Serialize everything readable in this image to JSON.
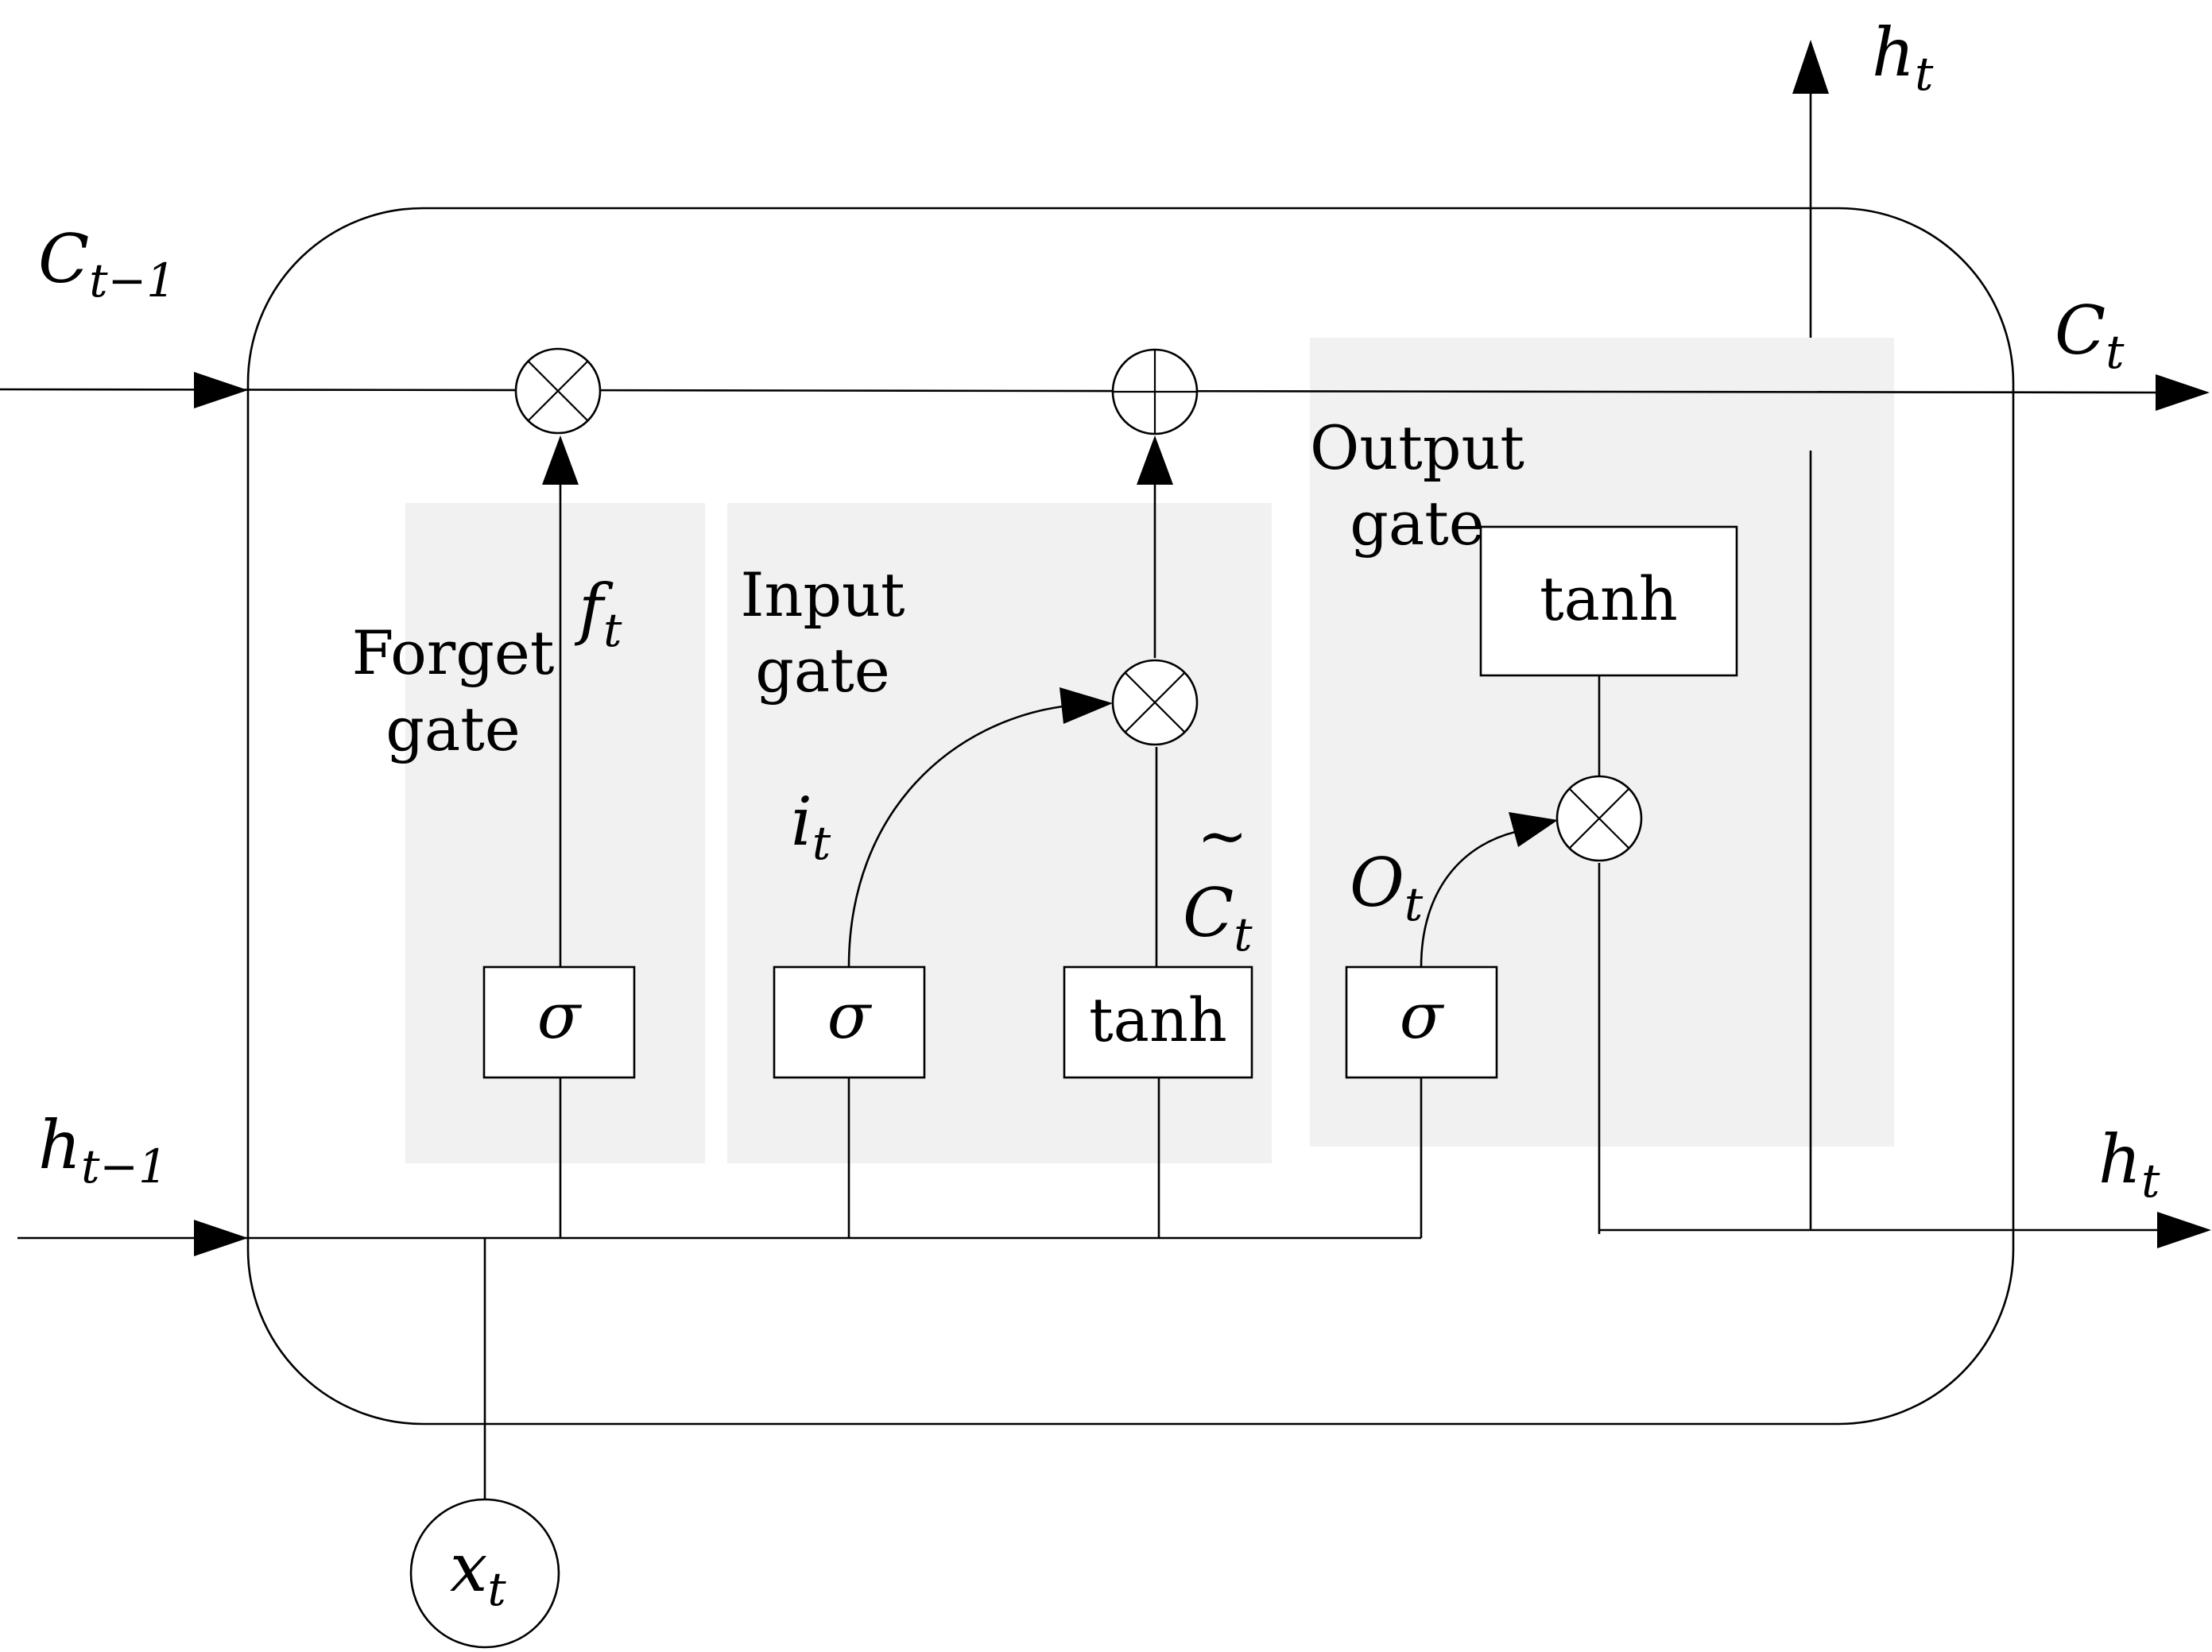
{
  "gates": {
    "forget": {
      "line1": "Forget",
      "line2": "gate"
    },
    "input": {
      "line1": "Input",
      "line2": "gate"
    },
    "output": {
      "line1": "Output",
      "line2": "gate"
    }
  },
  "functions": {
    "sigma": "σ",
    "tanh": "tanh"
  },
  "labels": {
    "c_prev": {
      "base": "C",
      "sub": "t−1"
    },
    "h_prev": {
      "base": "h",
      "sub": "t−1"
    },
    "c_t": {
      "base": "C",
      "sub": "t"
    },
    "h_t_out": {
      "base": "h",
      "sub": "t"
    },
    "h_t_top": {
      "base": "h",
      "sub": "t"
    },
    "f_t": {
      "base": "f",
      "sub": "t"
    },
    "i_t": {
      "base": "i",
      "sub": "t"
    },
    "c_tilde": {
      "base": "C",
      "sub": "t",
      "accent": "~"
    },
    "o_t": {
      "base": "O",
      "sub": "t"
    },
    "x_t": {
      "base": "x",
      "sub": "t"
    }
  }
}
